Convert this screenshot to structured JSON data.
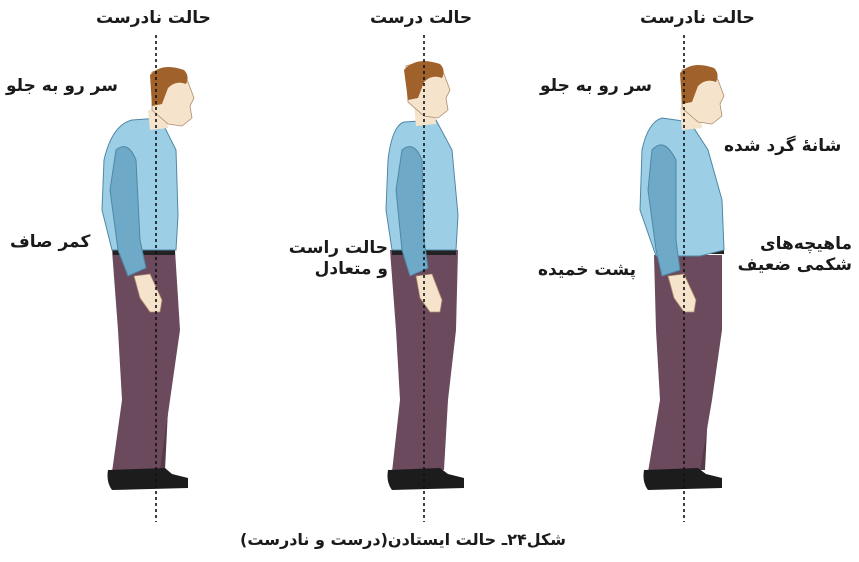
{
  "colors": {
    "shirt": "#9ccfe6",
    "shirt_shade": "#6fa9c8",
    "pants": "#6b4a5e",
    "pants_shade": "#553a4a",
    "skin": "#f6e3cc",
    "hair": "#a0622a",
    "shoe": "#1c1c1c",
    "belt": "#222222"
  },
  "figures": [
    {
      "title": "حالت نادرست",
      "labels": {
        "head": "سر رو به جلو",
        "waist": "کمر صاف"
      }
    },
    {
      "title": "حالت درست",
      "labels": {
        "waist_line1": "حالت راست",
        "waist_line2": "و متعادل"
      }
    },
    {
      "title": "حالت نادرست",
      "labels": {
        "head": "سر رو به جلو",
        "shoulder": "شانهٔ گرد شده",
        "back": "پشت خمیده",
        "abdomen_line1": "ماهیچه‌های",
        "abdomen_line2": "شکمی ضعیف"
      }
    }
  ],
  "caption": "شکل۲۴ـ حالت ایستادن(درست و نادرست)"
}
